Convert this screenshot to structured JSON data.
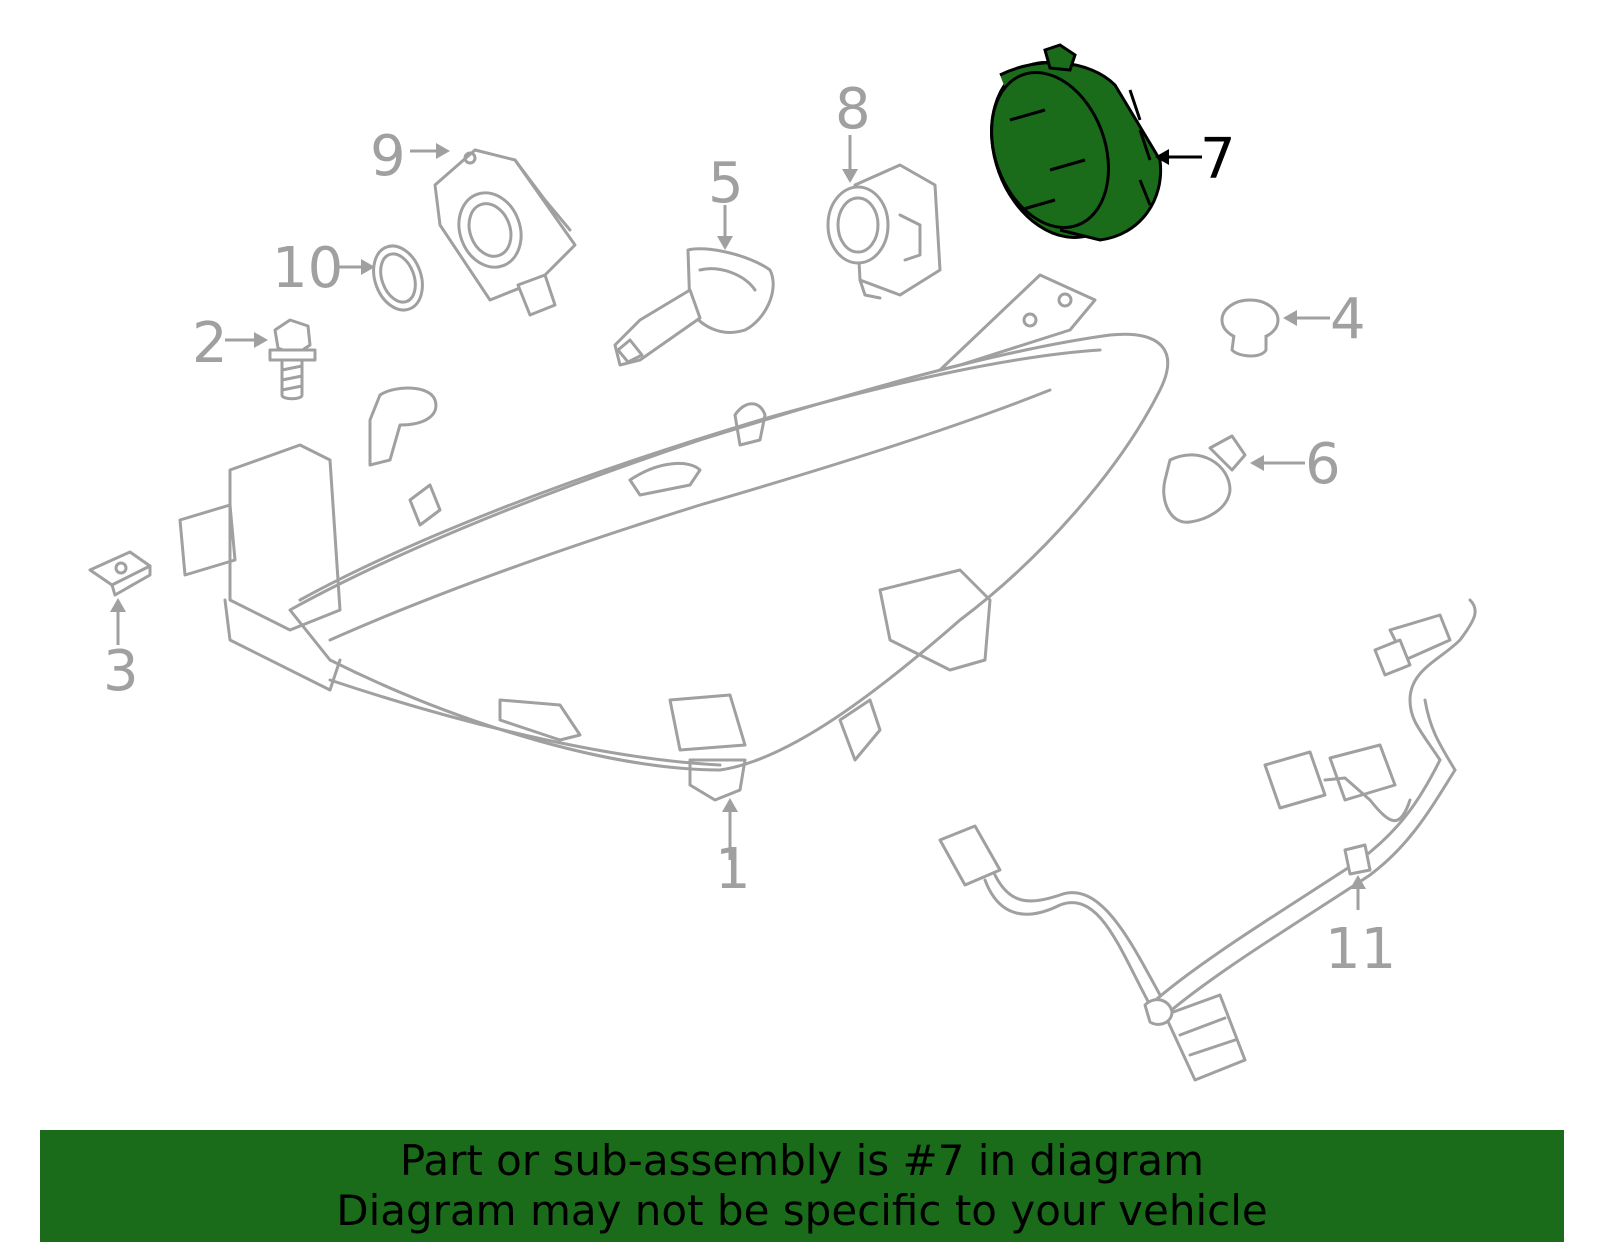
{
  "diagram": {
    "highlight_color": "#1a6b1a",
    "line_color": "#a0a0a0",
    "highlighted_part": "7",
    "callouts": [
      "1",
      "2",
      "3",
      "4",
      "5",
      "6",
      "7",
      "8",
      "9",
      "10",
      "11"
    ]
  },
  "banner": {
    "line1": "Part or sub-assembly is #7 in diagram",
    "line2": "Diagram may not be specific to your vehicle",
    "background": "#1a6b1a"
  }
}
